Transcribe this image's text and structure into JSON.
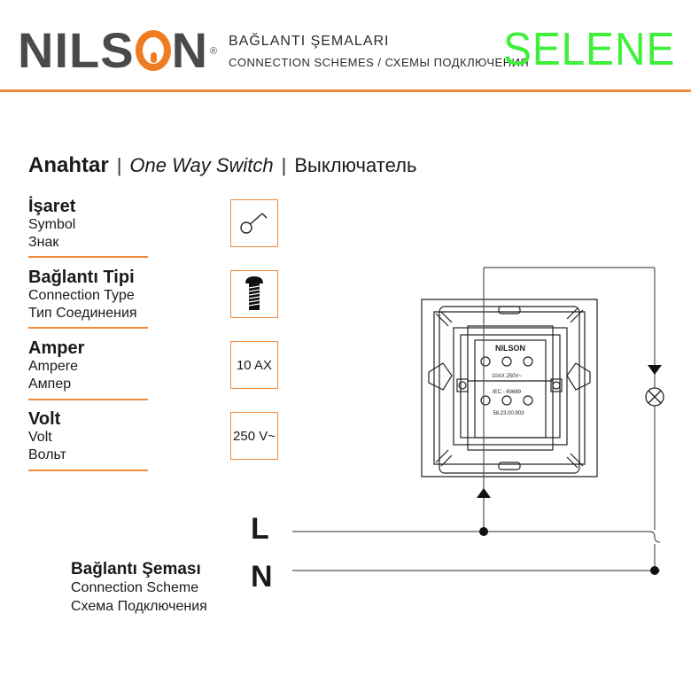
{
  "header": {
    "brand_left": "NIL",
    "brand_right": "N",
    "brand_s": "S",
    "reg_mark": "®",
    "title_tr": "BAĞLANTI ŞEMALARI",
    "title_en_ru": "CONNECTION SCHEMES / СХЕМЫ ПОДКЛЮЧЕНИЯ",
    "series": "SELENE",
    "colors": {
      "accent": "#f08a3c",
      "series": "#3ef03a",
      "brand": "#4a4a4a"
    }
  },
  "product": {
    "name_tr": "Anahtar",
    "separator": "|",
    "name_en": "One Way Switch",
    "name_ru": "Выключатель"
  },
  "specs": [
    {
      "main": "İşaret",
      "en": "Symbol",
      "ru": "Знак",
      "icon": "switch-symbol-icon"
    },
    {
      "main": "Bağlantı Tipi",
      "en": "Connection Type",
      "ru": "Тип Соединения",
      "icon": "screw-icon"
    },
    {
      "main": "Amper",
      "en": "Ampere",
      "ru": "Ампер",
      "value": "10 AX"
    },
    {
      "main": "Volt",
      "en": "Volt",
      "ru": "Вольт",
      "value": "250 V~"
    }
  ],
  "diagram": {
    "brand_mark": "NILSON",
    "rating": "10AX 250V~",
    "standard": "IEC - 60669",
    "code": "58.23.00.903",
    "line_label": "L",
    "neutral_label": "N",
    "lamp_icon": "lamp-icon"
  },
  "scheme": {
    "title": "Bağlantı Şeması",
    "en": "Connection Scheme",
    "ru": "Схема Подключения"
  }
}
